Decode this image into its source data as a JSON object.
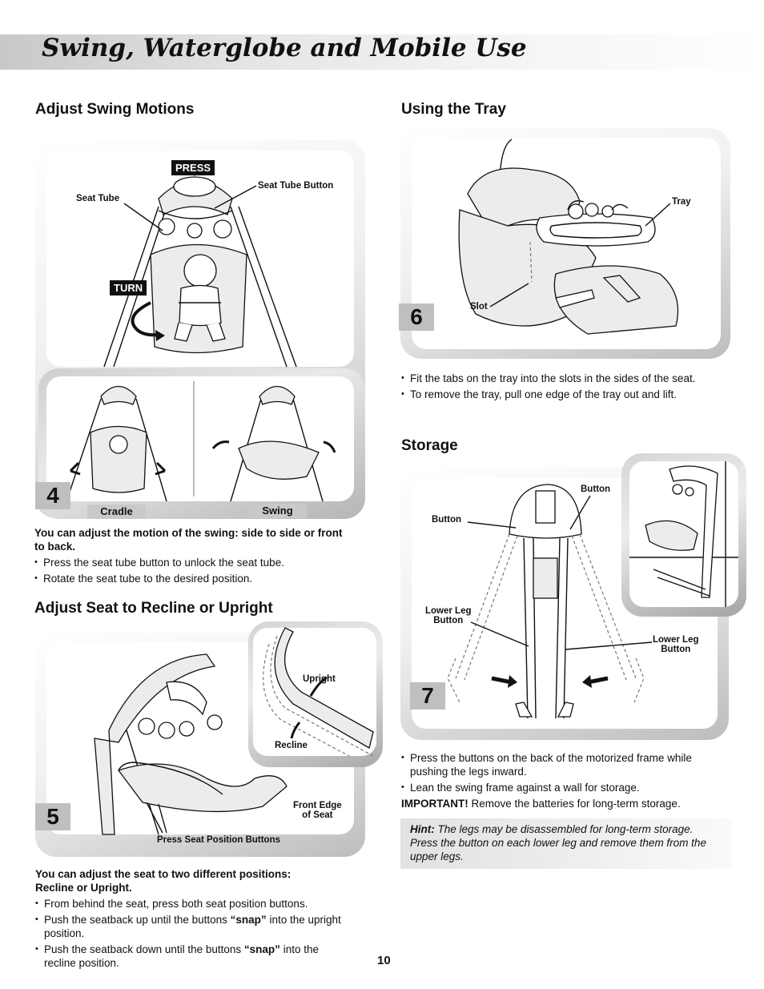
{
  "page": {
    "title": "Swing, Waterglobe and Mobile Use",
    "page_number": "10"
  },
  "swing_motions": {
    "heading": "Adjust Swing Motions",
    "step": "4",
    "labels": {
      "press": "PRESS",
      "turn": "TURN",
      "seat_tube": "Seat Tube",
      "seat_tube_button": "Seat Tube Button",
      "cradle": "Cradle",
      "swing": "Swing"
    },
    "intro": "You can adjust the motion of the swing: side to side or front to back.",
    "bullets": [
      "Press the seat tube button to unlock the seat tube.",
      "Rotate the seat tube to the desired position."
    ]
  },
  "recline": {
    "heading": "Adjust Seat to Recline or Upright",
    "step": "5",
    "labels": {
      "upright": "Upright",
      "recline": "Recline",
      "front_edge_1": "Front Edge",
      "front_edge_2": "of Seat",
      "press_buttons": "Press Seat Position Buttons"
    },
    "intro_1": "You can adjust the seat to two different positions:",
    "intro_2": "Recline or Upright.",
    "bullets": [
      {
        "pre": "From behind the seat, press both seat position buttons.",
        "strong": "",
        "post": ""
      },
      {
        "pre": "Push the seatback up until the buttons ",
        "strong": "“snap”",
        "post": " into the upright position."
      },
      {
        "pre": "Push the seatback down until the buttons ",
        "strong": "“snap”",
        "post": " into the recline position."
      }
    ]
  },
  "tray": {
    "heading": "Using the Tray",
    "step": "6",
    "labels": {
      "tray": "Tray",
      "slot": "Slot"
    },
    "bullets": [
      "Fit the tabs on the tray into the slots in the sides of the seat.",
      "To remove the tray, pull one edge of the tray out and lift."
    ]
  },
  "storage": {
    "heading": "Storage",
    "step": "7",
    "labels": {
      "button_top": "Button",
      "button_left": "Button",
      "lower_leg_left_1": "Lower Leg",
      "lower_leg_left_2": "Button",
      "lower_leg_right_1": "Lower Leg",
      "lower_leg_right_2": "Button"
    },
    "bullets": [
      "Press the buttons on the back of the motorized frame while pushing the legs inward.",
      "Lean the swing frame against a wall for storage."
    ],
    "important_label": "IMPORTANT!",
    "important_text": " Remove the batteries for long-term storage.",
    "hint_label": "Hint:",
    "hint_text": " The legs may be disassembled for long-term storage. Press the button on each lower leg and remove them from the upper legs."
  }
}
